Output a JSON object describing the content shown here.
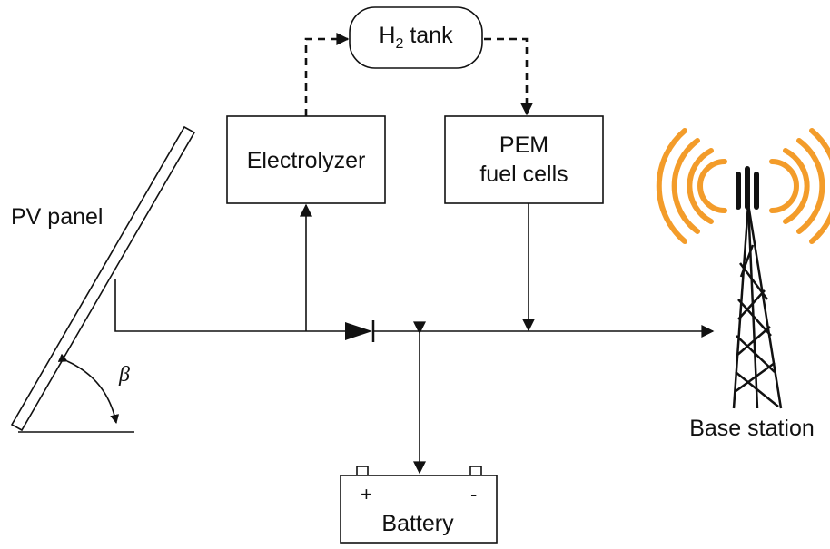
{
  "labels": {
    "pv_panel": "PV panel",
    "electrolyzer": "Electrolyzer",
    "h2_tank_h": "H",
    "h2_tank_sub": "2",
    "h2_tank_rest": " tank",
    "pem_line1": "PEM",
    "pem_line2": "fuel cells",
    "base_station": "Base station",
    "battery": "Battery",
    "battery_plus": "+",
    "battery_minus": "-",
    "beta": "β"
  },
  "colors": {
    "line": "#111111",
    "radio_waves": "#f39c2a"
  }
}
